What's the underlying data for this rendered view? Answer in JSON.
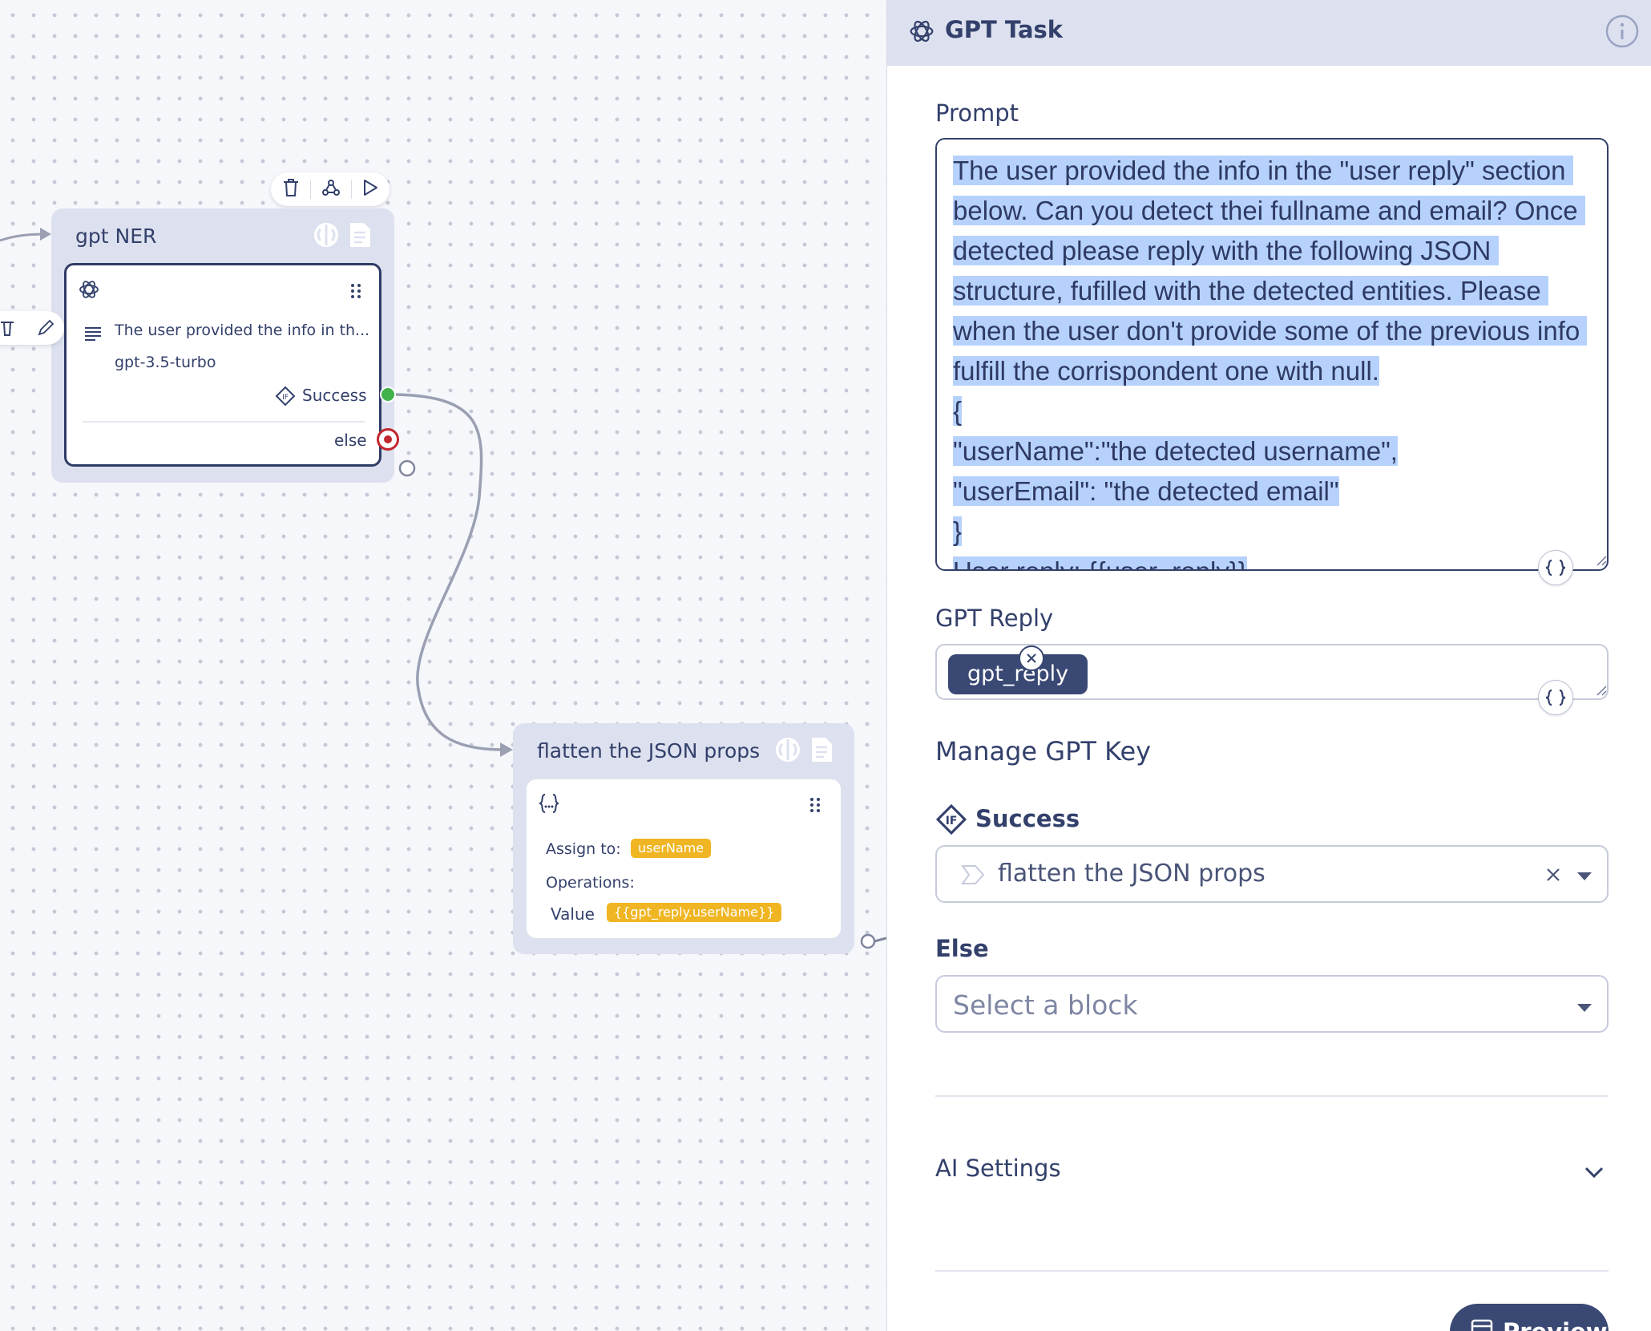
{
  "colors": {
    "accent": "#33406b",
    "node_bg": "#dde1ef",
    "selection": "#b6d2fc",
    "success_port": "#3fb24a",
    "else_port": "#c2262e",
    "chip": "#f0b522"
  },
  "canvas": {
    "node_ner": {
      "title": "gpt NER",
      "prompt_excerpt": "The user provided the info in th...",
      "model": "gpt-3.5-turbo",
      "success_label": "Success",
      "else_label": "else"
    },
    "node_flatten": {
      "title": "flatten the JSON props",
      "assign_label": "Assign to:",
      "assign_value": "userName",
      "operations_label": "Operations:",
      "value_label": "Value",
      "value_chip": "{{gpt_reply.userName}}"
    }
  },
  "panel": {
    "title": "GPT Task",
    "prompt_label": "Prompt",
    "prompt_lines": [
      "The user provided the info in the \"user reply\" section ",
      "below. Can you detect thei fullname and email? Once ",
      "detected please reply with the following JSON ",
      "structure, fufilled with the detected entities. Please ",
      "when the user don't provide some of the previous info ",
      "fulfill the corrispondent one with null.",
      "{",
      "\"userName\":\"the detected username\",",
      "\"userEmail\": \"the detected email\"",
      "}",
      "User reply: {{user_reply}}"
    ],
    "reply_label": "GPT Reply",
    "reply_tag": "gpt_reply",
    "manage_key_label": "Manage GPT Key",
    "success_label": "Success",
    "success_value": "flatten the JSON props",
    "else_label": "Else",
    "else_placeholder": "Select a block",
    "ai_settings_label": "AI Settings",
    "preview_label": "Preview"
  }
}
